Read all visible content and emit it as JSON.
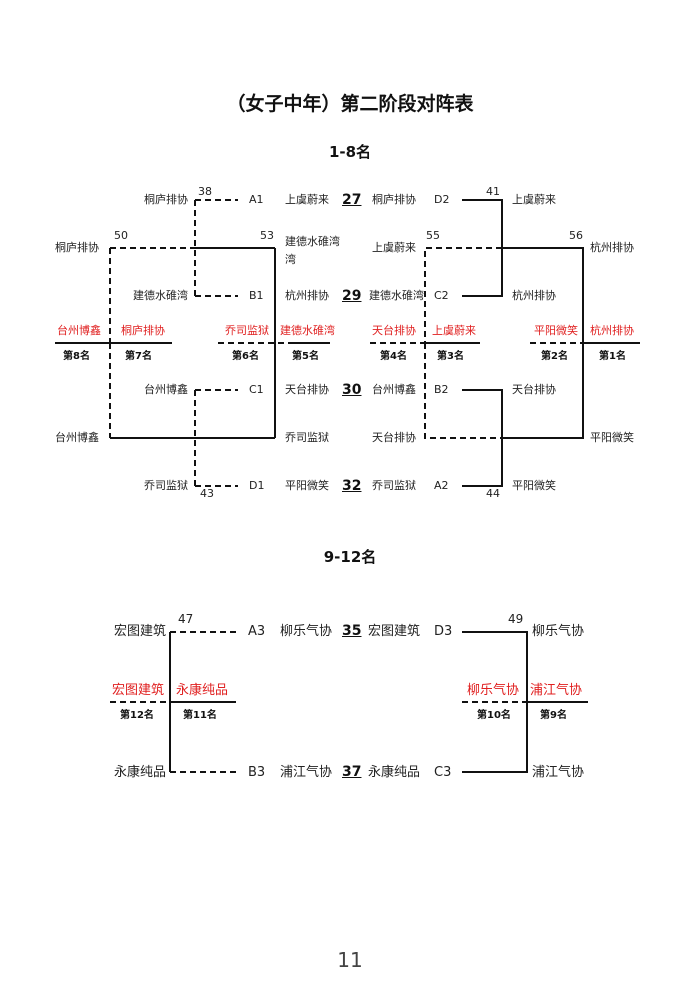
{
  "title": "（女子中年）第二阶段对阵表",
  "section1": "1-8名",
  "section2": "9-12名",
  "page_number": "11",
  "colors": {
    "line": "#111111",
    "winner_text": "#e02020"
  },
  "s1": {
    "left": {
      "a1": {
        "team": "桐庐排协",
        "slot": "A1"
      },
      "b1": {
        "team": "建德水碓湾",
        "slot": "B1"
      },
      "c1": {
        "team": "台州博鑫",
        "slot": "C1"
      },
      "d1": {
        "team": "乔司监狱",
        "slot": "D1"
      },
      "m38": "38",
      "m50": "50",
      "m53": "53",
      "m43": "43",
      "m50_team": "桐庐排协",
      "m53_team": "建德水碓湾",
      "m43_team": "台州博鑫",
      "m53_lower_team": "乔司监狱",
      "red": [
        "台州博鑫",
        "桐庐排协",
        "乔司监狱",
        "建德水碓湾"
      ],
      "ranks": [
        "第8名",
        "第7名",
        "第6名",
        "第5名"
      ]
    },
    "mid": {
      "teams_left": [
        "上虞蔚来",
        "杭州排协",
        "天台排协",
        "平阳微笑"
      ],
      "nums": [
        "27",
        "29",
        "30",
        "32"
      ],
      "teams_right": [
        "桐庐排协",
        "建德水碓湾",
        "台州博鑫",
        "乔司监狱"
      ]
    },
    "right": {
      "d2": {
        "team": "上虞蔚来",
        "slot": "D2"
      },
      "c2": {
        "team": "杭州排协",
        "slot": "C2"
      },
      "b2": {
        "team": "天台排协",
        "slot": "B2"
      },
      "a2": {
        "team": "平阳微笑",
        "slot": "A2"
      },
      "m41": "41",
      "m55": "55",
      "m56": "56",
      "m44": "44",
      "m55_team": "上虞蔚来",
      "m56_team": "杭州排协",
      "m44_team": "天台排协",
      "m56_lower_team": "平阳微笑",
      "red": [
        "天台排协",
        "上虞蔚来",
        "平阳微笑",
        "杭州排协"
      ],
      "ranks": [
        "第4名",
        "第3名",
        "第2名",
        "第1名"
      ]
    }
  },
  "s2": {
    "left": {
      "a3": {
        "team": "宏图建筑",
        "slot": "A3"
      },
      "b3": {
        "team": "永康纯品",
        "slot": "B3"
      },
      "m47": "47",
      "red": [
        "宏图建筑",
        "永康纯品"
      ],
      "ranks": [
        "第12名",
        "第11名"
      ]
    },
    "mid": {
      "teams_left": [
        "柳乐气协",
        "浦江气协"
      ],
      "nums": [
        "35",
        "37"
      ],
      "teams_right": [
        "宏图建筑",
        "永康纯品"
      ]
    },
    "right": {
      "d3": {
        "team": "柳乐气协",
        "slot": "D3"
      },
      "c3": {
        "team": "浦江气协",
        "slot": "C3"
      },
      "m49": "49",
      "red": [
        "柳乐气协",
        "浦江气协"
      ],
      "ranks": [
        "第10名",
        "第9名"
      ]
    }
  }
}
